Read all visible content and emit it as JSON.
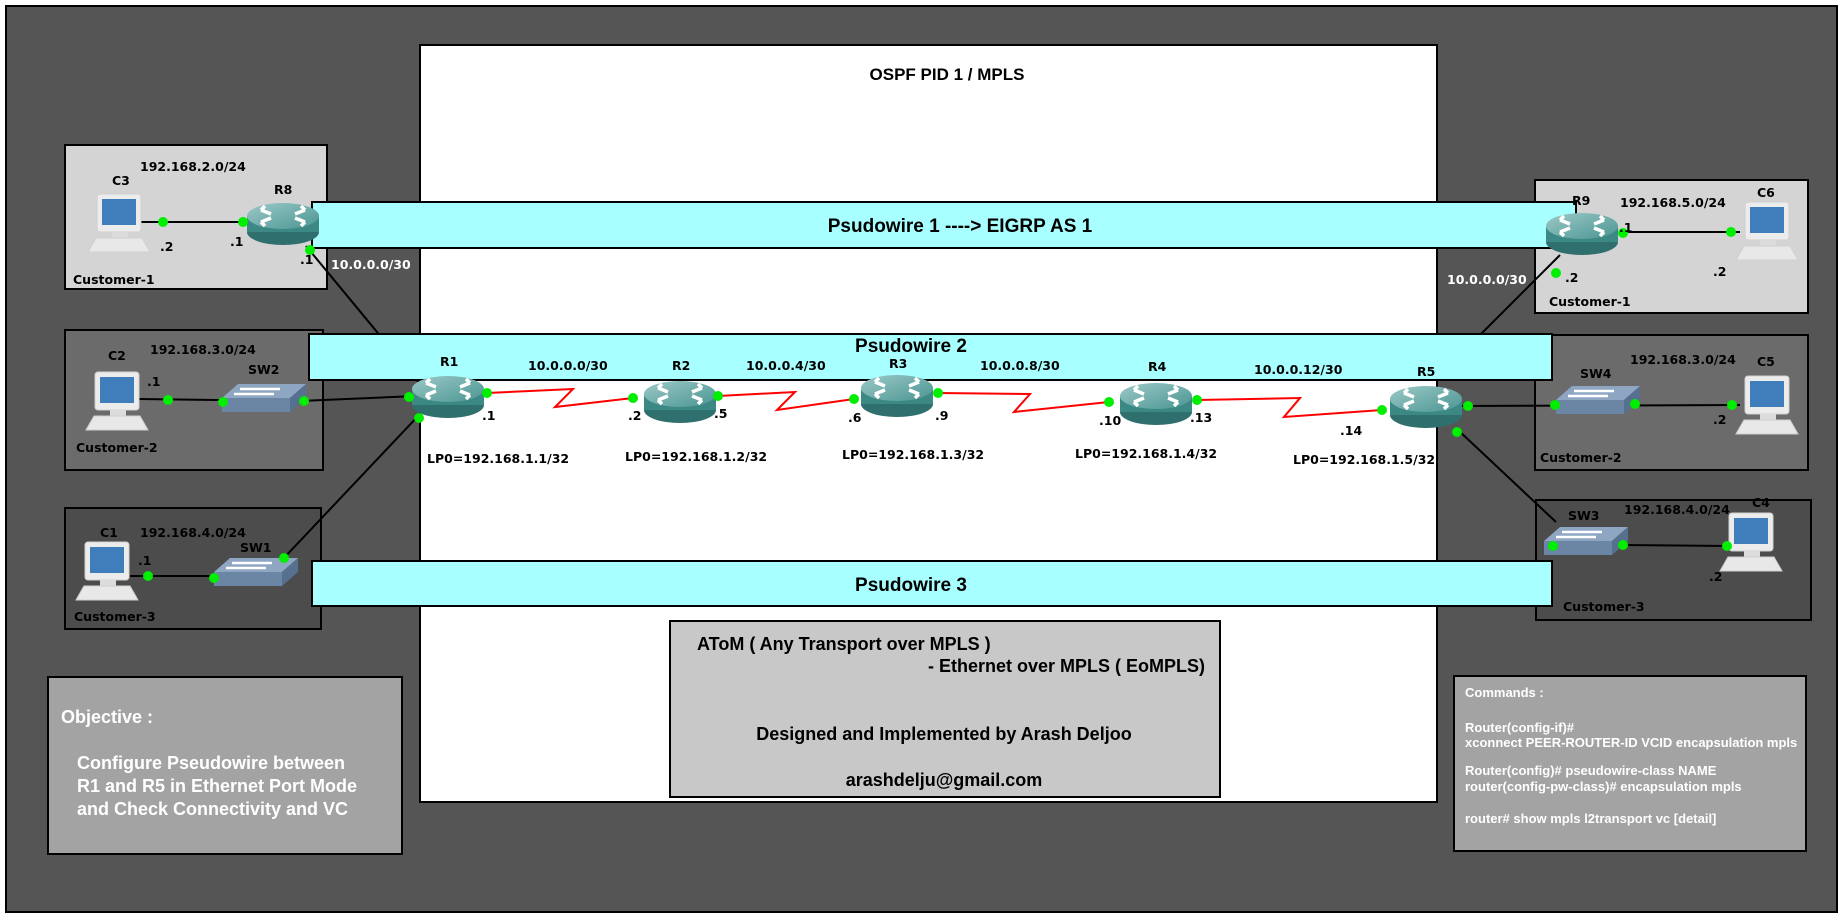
{
  "title": "OSPF PID 1 / MPLS",
  "colors": {
    "background": "#555555",
    "mpls_area": "#ffffff",
    "pseudowire": "#a8ffff",
    "serial_link": "#ff0000",
    "port_dot": "#00ee00",
    "router": "#3c8885"
  },
  "pseudowires": [
    "Psudowire 1 ----> EIGRP AS 1",
    "Psudowire 2",
    "Psudowire 3"
  ],
  "core": {
    "routers": [
      "R1",
      "R2",
      "R3",
      "R4",
      "R5"
    ],
    "loopbacks": [
      "LP0=192.168.1.1/32",
      "LP0=192.168.1.2/32",
      "LP0=192.168.1.3/32",
      "LP0=192.168.1.4/32",
      "LP0=192.168.1.5/32"
    ],
    "links": [
      "10.0.0.0/30",
      "10.0.0.4/30",
      "10.0.0.8/30",
      "10.0.0.12/30"
    ],
    "ips": [
      ".1",
      ".2",
      ".5",
      ".6",
      ".9",
      ".10",
      ".13",
      ".14"
    ]
  },
  "left_sites": [
    {
      "customer": "Customer-1",
      "subnet": "192.168.2.0/24",
      "pc": "C3",
      "edge": "R8",
      "pc_ip": ".2",
      "edge_ip": ".1",
      "wan_ip": ".1",
      "wan_subnet": "10.0.0.0/30"
    },
    {
      "customer": "Customer-2",
      "subnet": "192.168.3.0/24",
      "pc": "C2",
      "edge": "SW2",
      "pc_ip": ".1"
    },
    {
      "customer": "Customer-3",
      "subnet": "192.168.4.0/24",
      "pc": "C1",
      "edge": "SW1",
      "pc_ip": ".1"
    }
  ],
  "right_sites": [
    {
      "customer": "Customer-1",
      "subnet": "192.168.5.0/24",
      "pc": "C6",
      "edge": "R9",
      "pc_ip": ".2",
      "edge_ip": ".1",
      "wan_ip": ".2",
      "wan_subnet": "10.0.0.0/30"
    },
    {
      "customer": "Customer-2",
      "subnet": "192.168.3.0/24",
      "pc": "C5",
      "edge": "SW4",
      "pc_ip": ".2"
    },
    {
      "customer": "Customer-3",
      "subnet": "192.168.4.0/24",
      "pc": "C4",
      "edge": "SW3",
      "pc_ip": ".2"
    }
  ],
  "atom": {
    "line1": "AToM ( Any Transport over MPLS )",
    "line2": "- Ethernet over MPLS ( EoMPLS)",
    "credit": "Designed and Implemented by Arash Deljoo",
    "email": "arashdelju@gmail.com"
  },
  "objective": {
    "heading": "Objective :",
    "lines": [
      "Configure Pseudowire between",
      "R1 and R5 in Ethernet Port Mode",
      "and Check Connectivity and VC"
    ]
  },
  "commands": {
    "heading": "Commands :",
    "lines": [
      "Router(config-if)#",
      "xconnect PEER-ROUTER-ID VCID encapsulation mpls",
      "Router(config)# pseudowire-class NAME",
      "router(config-pw-class)# encapsulation mpls",
      "router# show mpls l2transport vc [detail]"
    ]
  }
}
